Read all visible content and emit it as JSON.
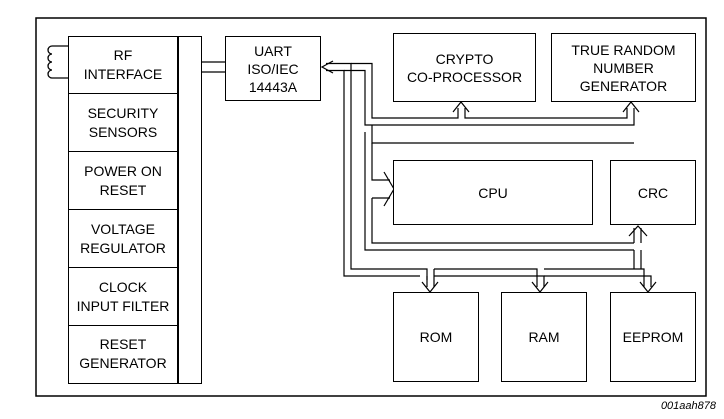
{
  "left_column": {
    "items": [
      {
        "label": "RF\nINTERFACE"
      },
      {
        "label": "SECURITY\nSENSORS"
      },
      {
        "label": "POWER ON\nRESET"
      },
      {
        "label": "VOLTAGE\nREGULATOR"
      },
      {
        "label": "CLOCK\nINPUT FILTER"
      },
      {
        "label": "RESET\nGENERATOR"
      }
    ]
  },
  "blocks": {
    "uart": "UART\nISO/IEC\n14443A",
    "crypto": "CRYPTO\nCO-PROCESSOR",
    "trng": "TRUE RANDOM\nNUMBER\nGENERATOR",
    "cpu": "CPU",
    "crc": "CRC",
    "rom": "ROM",
    "ram": "RAM",
    "eeprom": "EEPROM"
  },
  "figure_id": "001aah878"
}
